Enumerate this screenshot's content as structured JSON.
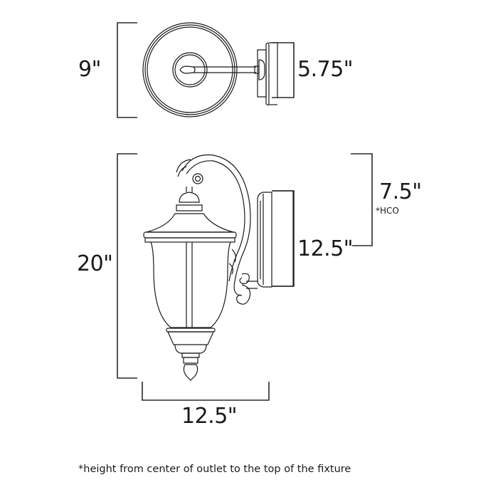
{
  "diagram": {
    "title": "Outdoor wall lantern dimension drawing",
    "colors": {
      "line": "#1a1a1a",
      "background": "#ffffff"
    },
    "top_view": {
      "width_label": "9\"",
      "backplate_label": "5.75\""
    },
    "side_view": {
      "height_label": "20\"",
      "backplate_height_label": "12.5\"",
      "hco_label": "7.5\"",
      "hco_marker": "*HCO",
      "width_label": "12.5\""
    },
    "footnote": "*height from center of outlet to the top of the fixture"
  }
}
